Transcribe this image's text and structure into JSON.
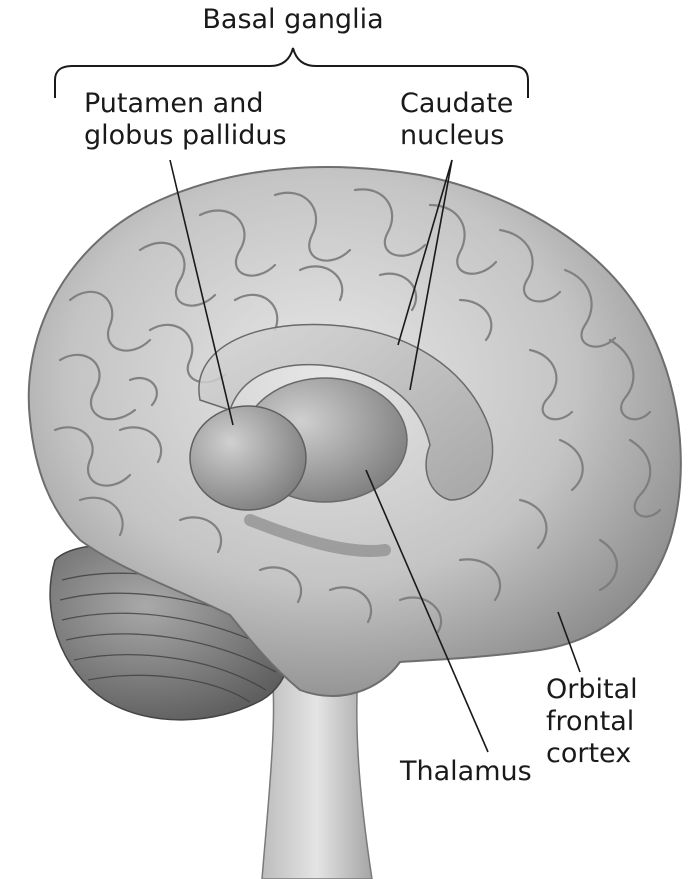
{
  "labels": {
    "basal_ganglia": "Basal ganglia",
    "putamen": [
      "Putamen and",
      "globus pallidus"
    ],
    "caudate": [
      "Caudate",
      "nucleus"
    ],
    "orbital": [
      "Orbital",
      "frontal",
      "cortex"
    ],
    "thalamus": "Thalamus"
  },
  "colors": {
    "ink": "#1a1a1a",
    "brain_fill": "#c9c9c9",
    "brain_shadow": "#8e8e8e",
    "gyri_line": "#6f6f6f",
    "structure_fill": "#9a9a9a"
  }
}
